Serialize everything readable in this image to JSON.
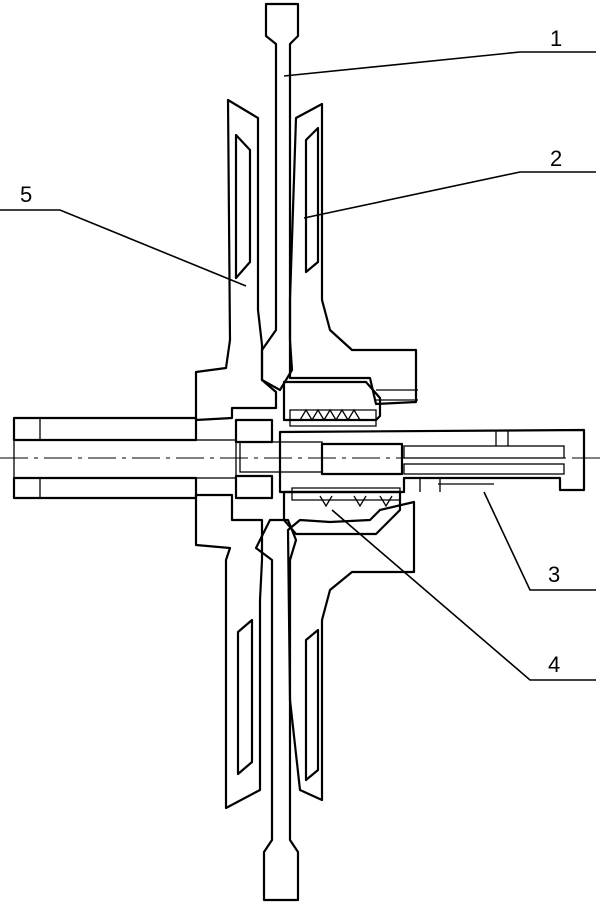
{
  "drawing": {
    "type": "cross-section technical drawing",
    "labels": [
      {
        "id": "1",
        "text": "1"
      },
      {
        "id": "2",
        "text": "2"
      },
      {
        "id": "3",
        "text": "3"
      },
      {
        "id": "4",
        "text": "4"
      },
      {
        "id": "5",
        "text": "5"
      }
    ]
  }
}
